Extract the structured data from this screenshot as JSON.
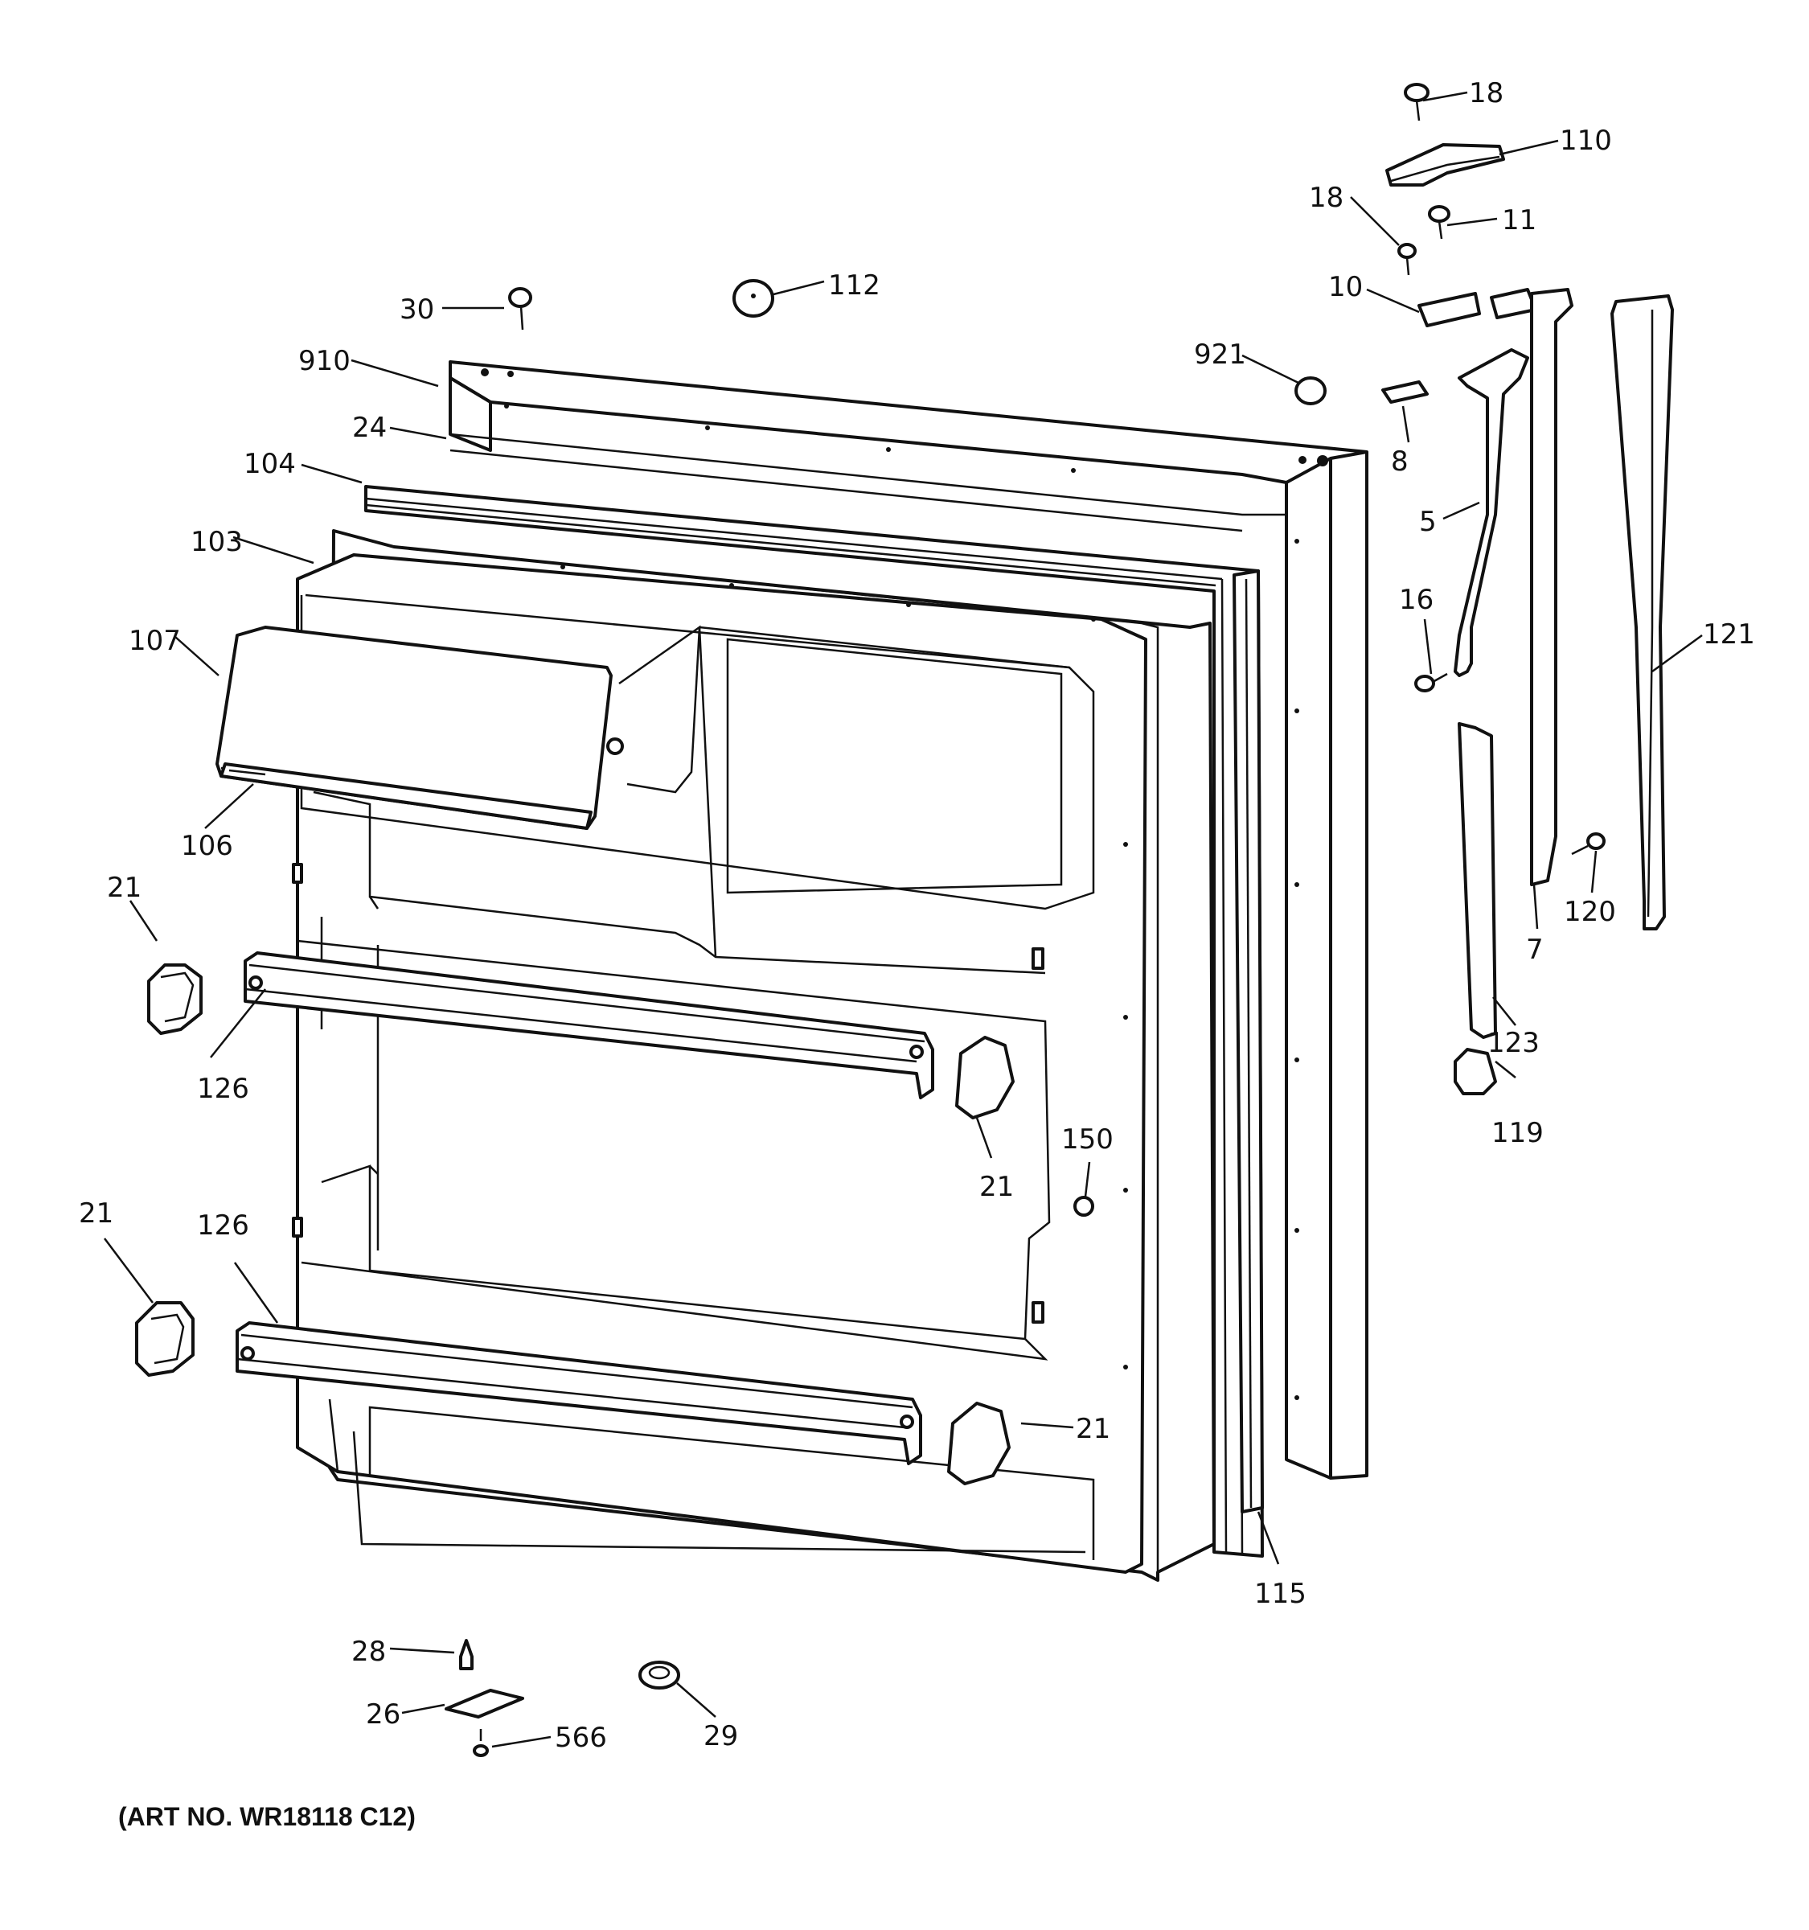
{
  "diagram": {
    "labels": {
      "l18a": "18",
      "l110": "110",
      "l18b": "18",
      "l11": "11",
      "l30": "30",
      "l112": "112",
      "l10": "10",
      "l921": "921",
      "l910": "910",
      "l8": "8",
      "l24": "24",
      "l104": "104",
      "l5": "5",
      "l103": "103",
      "l16": "16",
      "l121": "121",
      "l107": "107",
      "l106": "106",
      "l120": "120",
      "l7": "7",
      "l21a": "21",
      "l126a": "126",
      "l123": "123",
      "l119": "119",
      "l150": "150",
      "l21b": "21",
      "l21c": "21",
      "l126b": "126",
      "l21d": "21",
      "l115": "115",
      "l28": "28",
      "l26": "26",
      "l566": "566",
      "l29": "29"
    },
    "art_number": "(ART NO. WR18118 C12)"
  }
}
